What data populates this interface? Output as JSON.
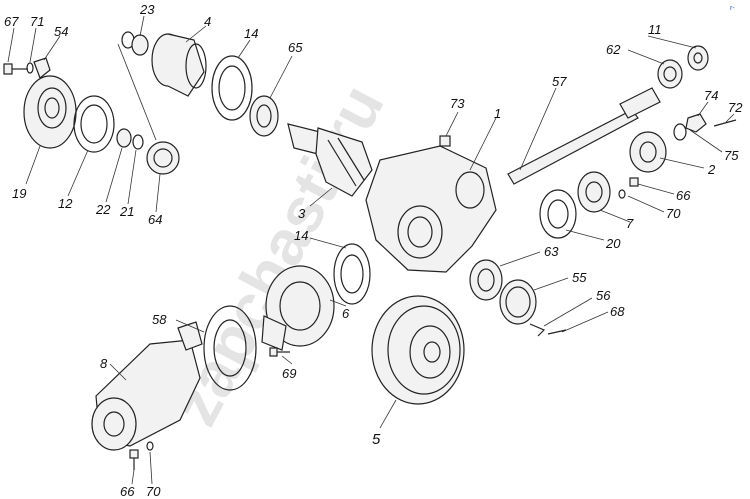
{
  "watermark": "zapchasti.ru",
  "corner_mark": "r-",
  "labels": {
    "p67a": "67",
    "p71": "71",
    "p54": "54",
    "p23": "23",
    "p4": "4",
    "p14a": "14",
    "p65": "65",
    "p11": "11",
    "p62": "62",
    "p57": "57",
    "p73": "73",
    "p1": "1",
    "p74": "74",
    "p72": "72",
    "p75": "75",
    "p2": "2",
    "p66a": "66",
    "p70a": "70",
    "p7": "7",
    "p20": "20",
    "p19": "19",
    "p12": "12",
    "p22": "22",
    "p21": "21",
    "p64": "64",
    "p3": "3",
    "p14b": "14",
    "p63": "63",
    "p55": "55",
    "p56": "56",
    "p68": "68",
    "p6": "6",
    "p58": "58",
    "p8": "8",
    "p69": "69",
    "p5": "5",
    "p66b": "66",
    "p70b": "70"
  }
}
